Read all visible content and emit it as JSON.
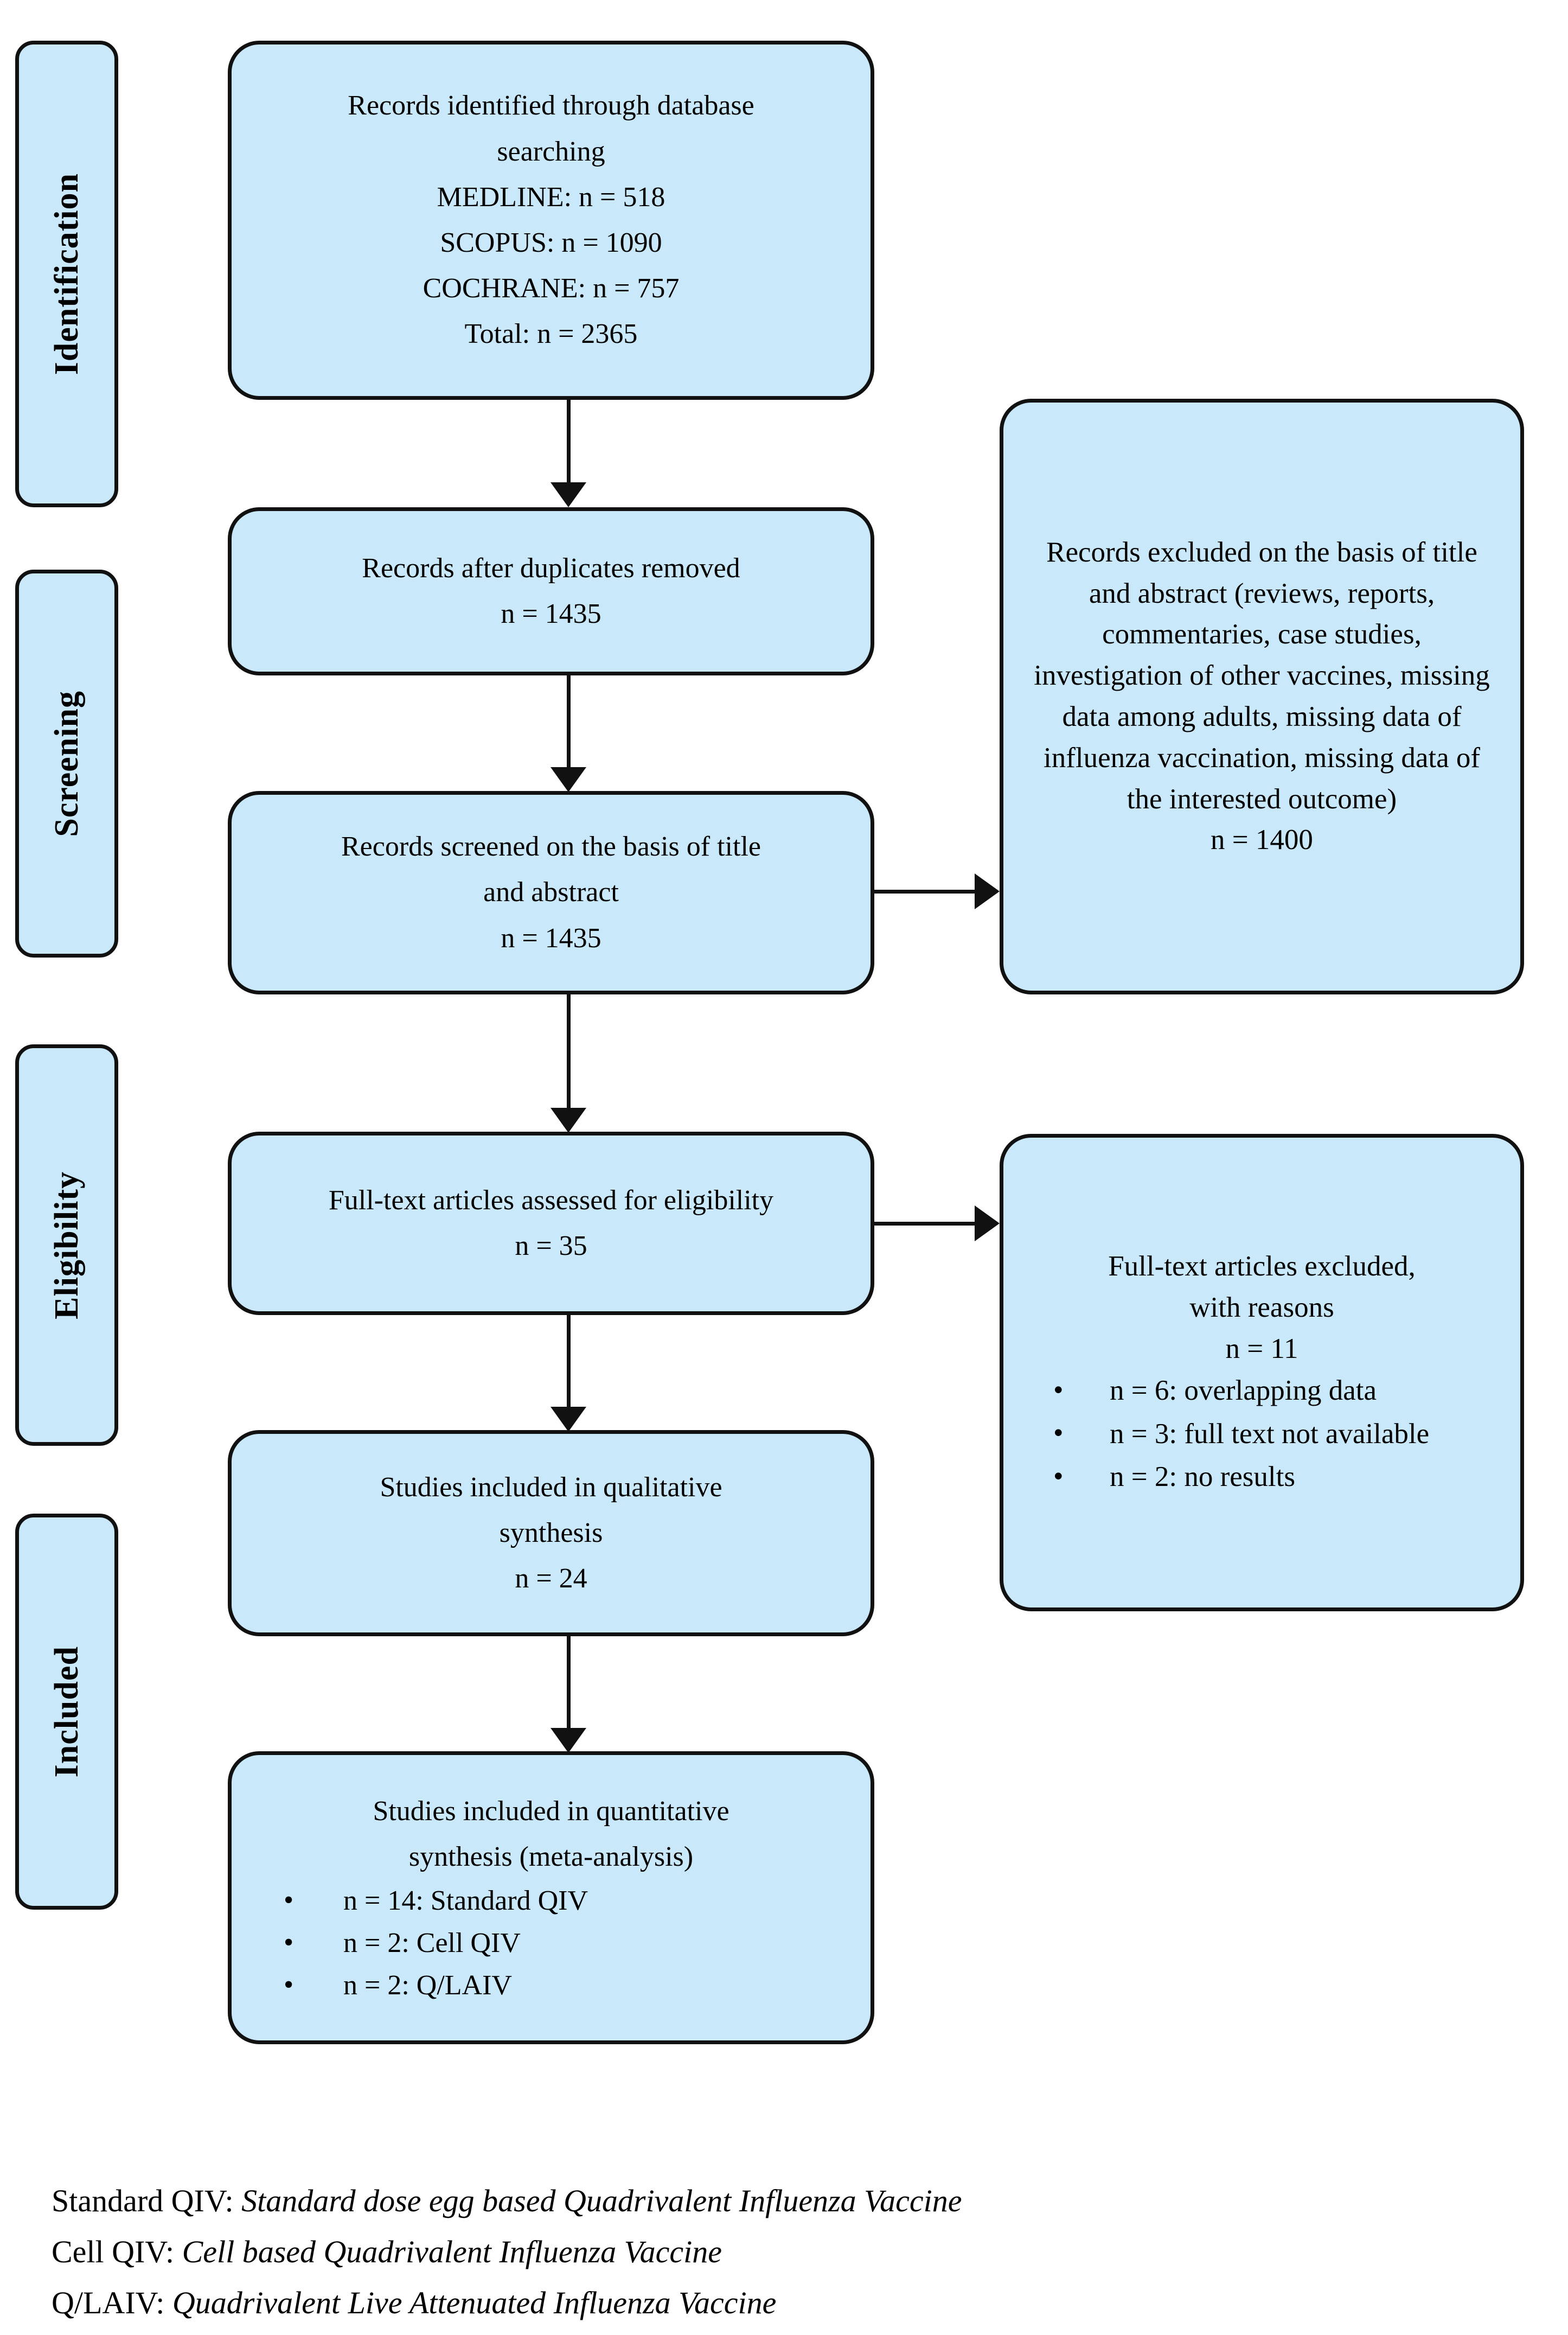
{
  "diagram": {
    "title": "PRISMA flow diagram",
    "accent_fill": "#c9e9fb",
    "border_color": "#111111",
    "background": "#ffffff"
  },
  "stages": [
    {
      "key": "identification",
      "label": "Identification"
    },
    {
      "key": "screening",
      "label": "Screening"
    },
    {
      "key": "eligibility",
      "label": "Eligibility"
    },
    {
      "key": "included",
      "label": "Included"
    }
  ],
  "boxes": {
    "identified": {
      "lines": [
        "Records identified through database",
        "searching",
        "MEDLINE: n = 518",
        "SCOPUS: n = 1090",
        "COCHRANE: n = 757",
        "Total: n = 2365"
      ]
    },
    "after_duplicates": {
      "lines": [
        "Records after duplicates removed",
        "n = 1435"
      ]
    },
    "screened": {
      "lines": [
        "Records screened on the basis of title",
        "and abstract",
        "n = 1435"
      ]
    },
    "records_excluded": {
      "text": "Records excluded on the basis of title and abstract (reviews, reports, commentaries, case studies, investigation of other vaccines, missing data among adults, missing data of influenza vaccination, missing data of the interested outcome)",
      "count_line": "n = 1400"
    },
    "fulltext_assessed": {
      "lines": [
        "Full-text articles assessed for eligibility",
        "n = 35"
      ]
    },
    "fulltext_excluded": {
      "lines": [
        "Full-text articles excluded,",
        "with reasons",
        "n = 11"
      ],
      "bullets": [
        "n = 6: overlapping data",
        "n = 3: full text not available",
        "n = 2: no results"
      ]
    },
    "qualitative": {
      "lines": [
        "Studies included in qualitative",
        "synthesis",
        "n = 24"
      ]
    },
    "quantitative": {
      "lines": [
        "Studies included in quantitative",
        "synthesis (meta-analysis)"
      ],
      "bullets": [
        "n = 14: Standard QIV",
        "n = 2: Cell QIV",
        "n = 2:  Q/LAIV"
      ]
    }
  },
  "legend": [
    {
      "term": "Standard QIV: ",
      "definition": "Standard dose egg based Quadrivalent Influenza Vaccine"
    },
    {
      "term": "Cell QIV: ",
      "definition": "Cell based Quadrivalent Influenza Vaccine"
    },
    {
      "term": "Q/LAIV: ",
      "definition": "Quadrivalent Live Attenuated Influenza Vaccine"
    }
  ]
}
